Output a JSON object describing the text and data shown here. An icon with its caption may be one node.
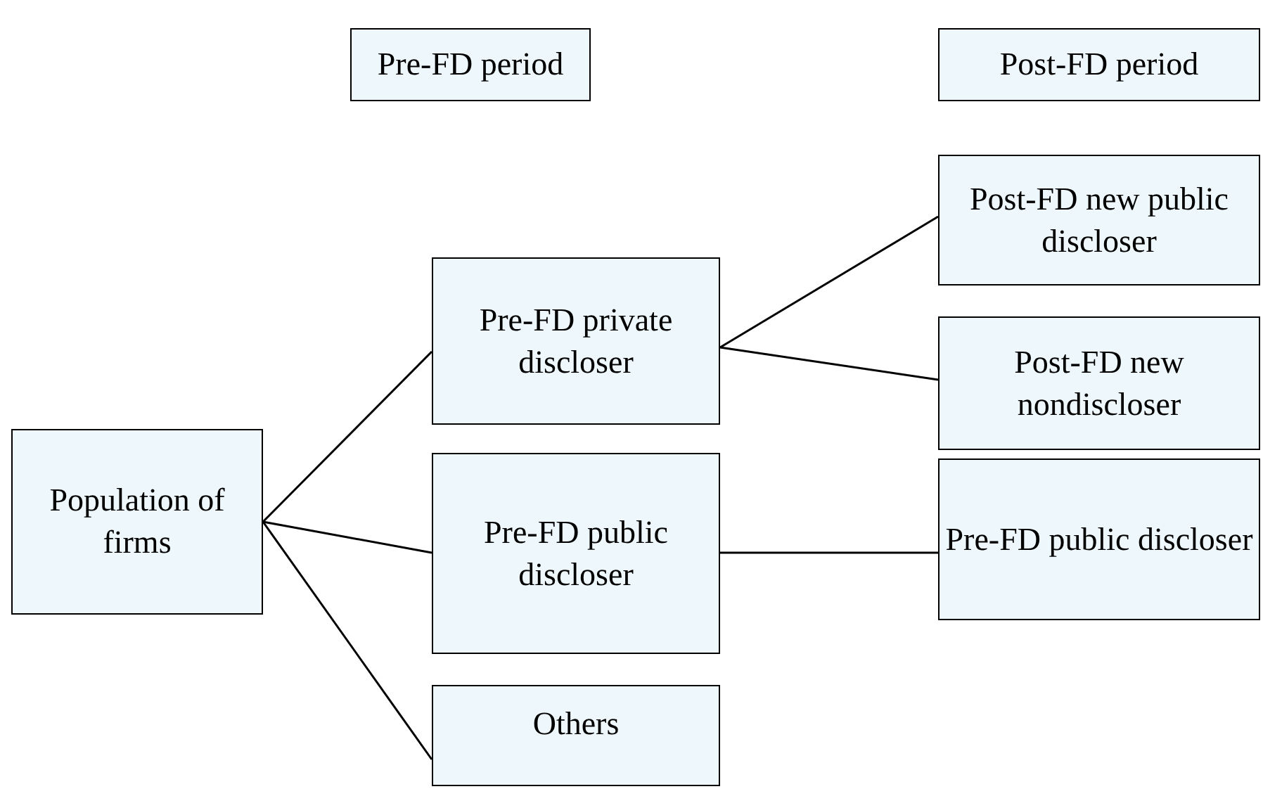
{
  "diagram": {
    "nodes": [
      {
        "text": [
          "Pre-FD period"
        ]
      },
      {
        "text": [
          "Post-FD period"
        ]
      },
      {
        "text": [
          "Pre-FD private discloser"
        ]
      },
      {
        "text": [
          "Post-FD new public discloser"
        ]
      },
      {
        "text": [
          "Post-FD new nondiscloser"
        ]
      },
      {
        "text": [
          "Population of firms"
        ]
      },
      {
        "text": [
          "Pre-FD public discloser"
        ]
      },
      {
        "text": [
          "Pre-FD public discloser"
        ]
      },
      {
        "text": [
          "Others"
        ]
      }
    ],
    "edges": [
      {
        "from": 5,
        "to": 2,
        "arrow": "none"
      },
      {
        "from": 5,
        "to": 6,
        "arrow": "none"
      },
      {
        "from": 5,
        "to": 8,
        "arrow": "none"
      },
      {
        "from": 2,
        "to": 3,
        "arrow": "none"
      },
      {
        "from": 2,
        "to": 4,
        "arrow": "none"
      },
      {
        "from": 6,
        "to": 7,
        "arrow": "none"
      }
    ]
  }
}
